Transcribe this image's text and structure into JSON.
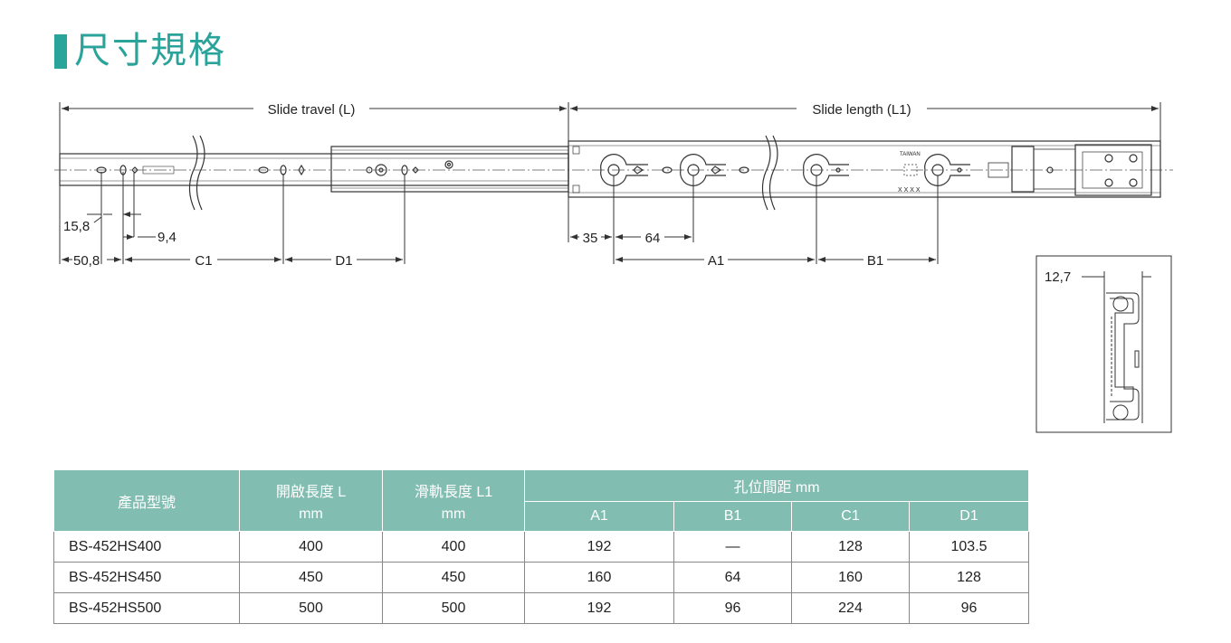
{
  "page_title": "尺寸規格",
  "drawing": {
    "slide_travel_label": "Slide travel (L)",
    "slide_length_label": "Slide length (L1)",
    "dim_15_8": "15,8",
    "dim_9_4": "9,4",
    "dim_50_8": "50,8",
    "dim_c1": "C1",
    "dim_d1": "D1",
    "dim_35": "35",
    "dim_64": "64",
    "dim_a1": "A1",
    "dim_b1": "B1",
    "dim_12_7": "12,7",
    "marking_taiwan": "TAIWAN",
    "marking_xxxx": "X X X X"
  },
  "table": {
    "headers": {
      "model": "產品型號",
      "travel": "開啟長度 L",
      "travel_unit": "mm",
      "length": "滑軌長度 L1",
      "length_unit": "mm",
      "holes": "孔位間距 mm",
      "a1": "A1",
      "b1": "B1",
      "c1": "C1",
      "d1": "D1"
    },
    "rows": [
      {
        "model": "BS-452HS400",
        "travel": "400",
        "length": "400",
        "a1": "192",
        "b1": "—",
        "c1": "128",
        "d1": "103.5"
      },
      {
        "model": "BS-452HS450",
        "travel": "450",
        "length": "450",
        "a1": "160",
        "b1": "64",
        "c1": "160",
        "d1": "128"
      },
      {
        "model": "BS-452HS500",
        "travel": "500",
        "length": "500",
        "a1": "192",
        "b1": "96",
        "c1": "224",
        "d1": "96"
      }
    ]
  },
  "colors": {
    "accent": "#2aa39a",
    "table_header": "#82bdb2"
  }
}
